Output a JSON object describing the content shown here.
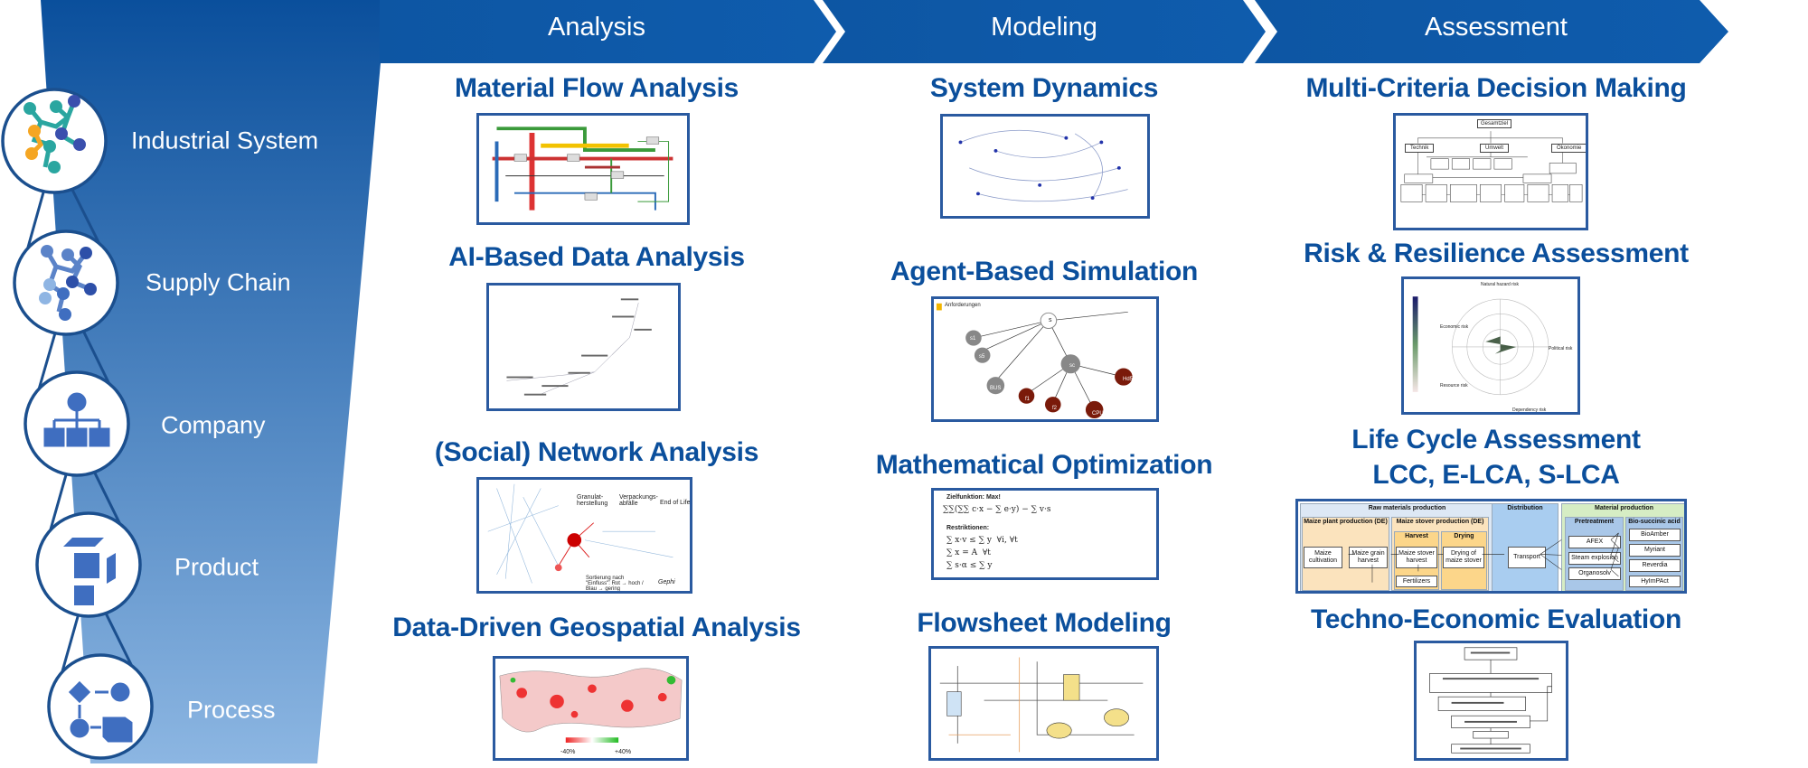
{
  "phases": [
    "Analysis",
    "Modeling",
    "Assessment"
  ],
  "levels": [
    "Industrial System",
    "Supply Chain",
    "Company",
    "Product",
    "Process"
  ],
  "analysis": {
    "mfa": "Material Flow Analysis",
    "ai": "AI-Based Data Analysis",
    "sna": "(Social) Network Analysis",
    "geo": "Data-Driven Geospatial Analysis"
  },
  "modeling": {
    "sd": "System Dynamics",
    "abs": "Agent-Based Simulation",
    "mo": "Mathematical Optimization",
    "fs": "Flowsheet Modeling"
  },
  "assessment": {
    "mcdm": "Multi-Criteria Decision Making",
    "rr": "Risk & Resilience Assessment",
    "lca1": "Life Cycle Assessment",
    "lca2": "LCC, E-LCA, S-LCA",
    "tee": "Techno-Economic Evaluation"
  },
  "sna_fig": {
    "step1": "Granulat-herstellung",
    "step2": "Verpackungs-abfälle",
    "step3": "End of Life",
    "note": "Sortierung nach \"Einfluss\": Rot → hoch / Blau → gering",
    "logo": "Gephi"
  },
  "geo_fig": {
    "min": "-40%",
    "max": "+40%"
  },
  "abs_fig": {
    "legend": "Anforderungen",
    "nodes": [
      "s",
      "s1",
      "s5",
      "BUS",
      "sc",
      "f1",
      "f2",
      "CPU",
      "Hd5"
    ]
  },
  "mcdm_fig": {
    "root": "Gesamtziel",
    "criteria": [
      "Technik",
      "Umwelt",
      "Ökonomie"
    ]
  },
  "mo_fig": {
    "objective": "Zielfunktion: Max!",
    "constraints": "Restriktionen:"
  },
  "rr_fig": {
    "axes": [
      "Natural hazard risk",
      "Economic risk",
      "Political risk",
      "Resource risk",
      "Dependency risk"
    ]
  },
  "lca_fig": {
    "raw": "Raw materials production",
    "maize_plant": "Maize plant production (DE)",
    "maize_stover": "Maize stover production (DE)",
    "harvest": "Harvest",
    "drying": "Drying",
    "cultivation": "Maize cultivation",
    "grain_harvest": "Maize grain harvest",
    "stover_harvest": "Maize stover harvest",
    "drying_stover": "Drying of maize stover",
    "fertilizers": "Fertilizers",
    "distribution": "Distribution",
    "transport": "Transport",
    "material": "Material production",
    "pretreatment": "Pretreatment",
    "biosuccinic": "Bio-succinic acid",
    "afex": "AFEX",
    "steam": "Steam explosion",
    "organosolv": "Organosolv",
    "bioamber": "BioAmber",
    "myriant": "Myriant",
    "reverdia": "Reverdia",
    "hyimpact": "HyImPAct"
  },
  "colors": {
    "brand": "#0b4f9c",
    "funnel_top": "#0a4f9c",
    "funnel_bottom": "#8cb6e2"
  }
}
